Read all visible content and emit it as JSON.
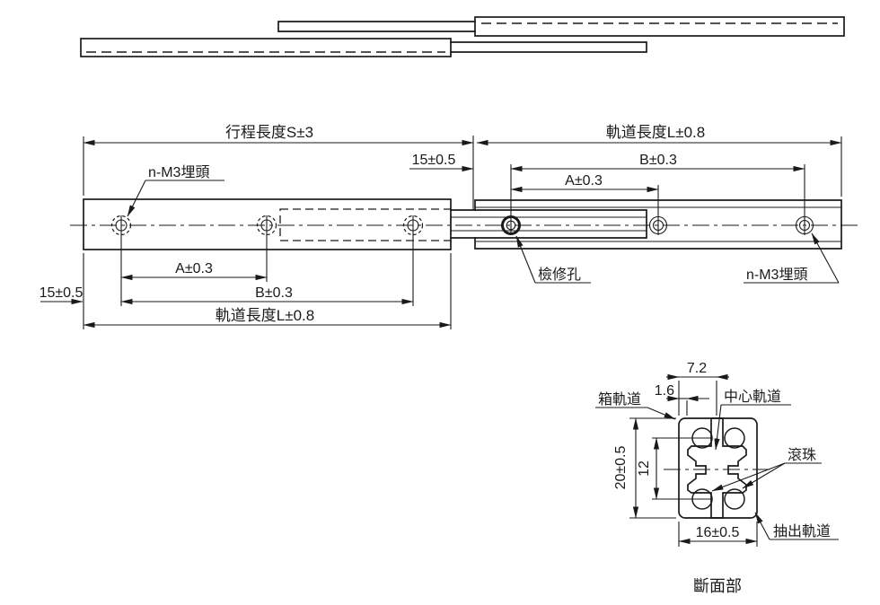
{
  "drawing": {
    "title_region": "telescopic-slide-drawing",
    "top_dims": {
      "stroke_length": "行程長度S±3",
      "rail_length": "軌道長度L±0.8",
      "offset_15": "15±0.5",
      "dim_b": "B±0.3",
      "dim_a": "A±0.3"
    },
    "bottom_dims": {
      "dim_a": "A±0.3",
      "dim_b": "B±0.3",
      "offset_15": "15±0.5",
      "rail_length": "軌道長度L±0.8"
    },
    "callouts": {
      "n_m3_left": "n-M3埋頭",
      "inspection_hole": "檢修孔",
      "n_m3_right": "n-M3埋頭"
    },
    "cross_section": {
      "dim_7_2": "7.2",
      "dim_1_6": "1.6",
      "dim_20": "20±0.5",
      "dim_12": "12",
      "dim_16": "16±0.5",
      "label_cabinet_rail": "箱軌道",
      "label_center_rail": "中心軌道",
      "label_ball": "滾珠",
      "label_drawer_rail": "抽出軌道",
      "caption": "斷面部"
    },
    "colors": {
      "line": "#1a1a1a",
      "background": "#ffffff"
    }
  }
}
